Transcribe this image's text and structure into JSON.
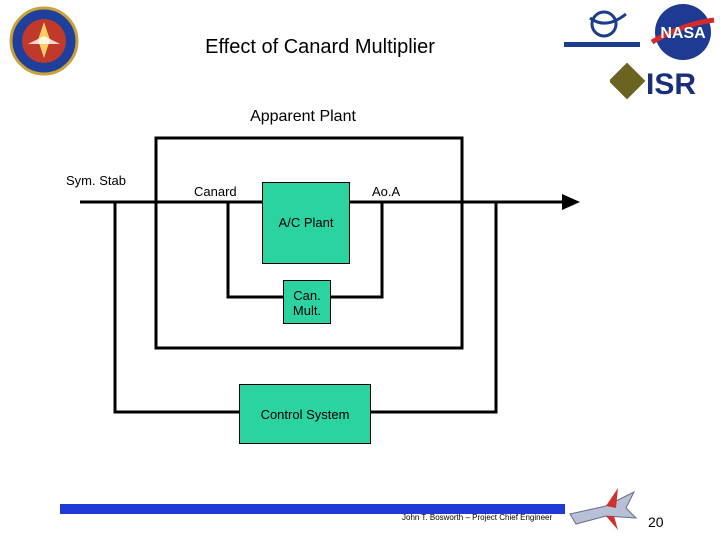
{
  "slide": {
    "title": "Effect of Canard Multiplier",
    "subtitle": "Apparent Plant",
    "page_number": "20",
    "footer": "John T. Bosworth – Project Chief Engineer"
  },
  "diagram": {
    "input_label": "Sym. Stab",
    "canard_label": "Canard",
    "aoa_label": "Ao.A",
    "blocks": {
      "ac_plant": "A/C Plant",
      "can_mult_line1": "Can.",
      "can_mult_line2": "Mult.",
      "control_system": "Control System"
    },
    "block_color": "#2bd3a1"
  },
  "logos": {
    "patch": "intelligent-flight-control-system-patch",
    "boeing": "boeing-logo",
    "nasa": "nasa-meatball-logo",
    "isr": "isr-logo",
    "jet": "f15-jet-icon"
  }
}
